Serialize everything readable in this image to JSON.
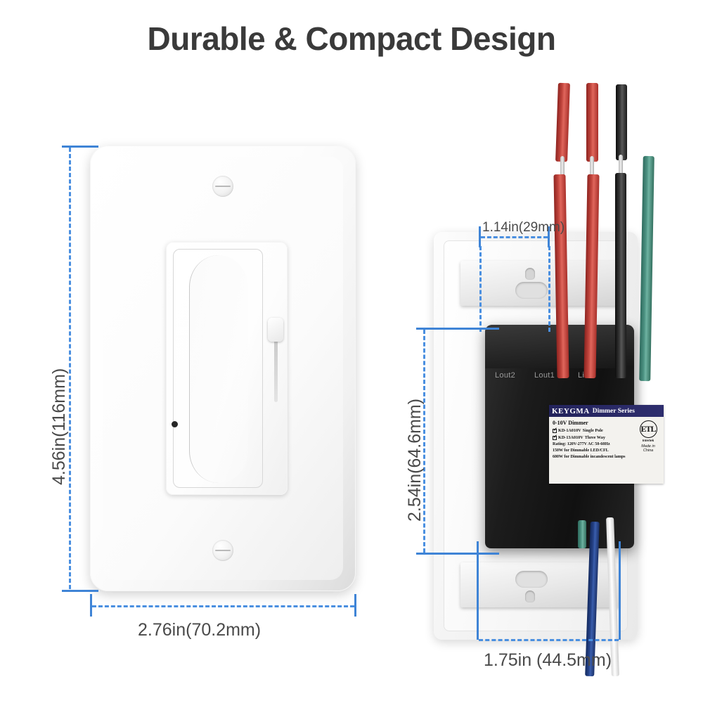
{
  "heading": "Durable & Compact Design",
  "dimensions": {
    "front_height": "4.56in(116mm)",
    "front_width": "2.76in(70.2mm)",
    "back_depth": "1.14in(29mm)",
    "back_height": "2.54in(64.6mm)",
    "back_width": "1.75in  (44.5mm)"
  },
  "product_label": {
    "brand": "KEYGMA",
    "series": "Dimmer Series",
    "type": "0-10V Dimmer",
    "models": [
      {
        "code": "KD-1A010V",
        "variant": "Single Pole",
        "checked": true
      },
      {
        "code": "KD-13A010V",
        "variant": "Three Way",
        "checked": true
      }
    ],
    "rating": "Rating: 120V-277V AC 50-60Hz",
    "led_load": "150W for Dimmable LED/CFL",
    "incandescent_load": "600W for Dimmable incandescent lamps",
    "certification": "ETL",
    "certification_sub": "Intertek",
    "origin": "Made in China"
  },
  "terminals": [
    {
      "name": "Lout2"
    },
    {
      "name": "Lout1"
    },
    {
      "name": "Lin"
    }
  ],
  "wires": [
    {
      "name": "line-out-2-wire",
      "color": "#b3392f",
      "label": "red"
    },
    {
      "name": "line-out-1-wire",
      "color": "#b3392f",
      "label": "red"
    },
    {
      "name": "line-in-wire",
      "color": "#1a1a1a",
      "label": "black"
    },
    {
      "name": "ground-wire",
      "color": "#4d9383",
      "label": "green"
    },
    {
      "name": "dimming-control-wire",
      "color": "#27458c",
      "label": "blue"
    }
  ],
  "colors": {
    "dimension_line": "#3f84d6",
    "dimension_text": "#4a4a4a",
    "heading_text": "#3a3a3a",
    "label_header": "#23235c"
  }
}
